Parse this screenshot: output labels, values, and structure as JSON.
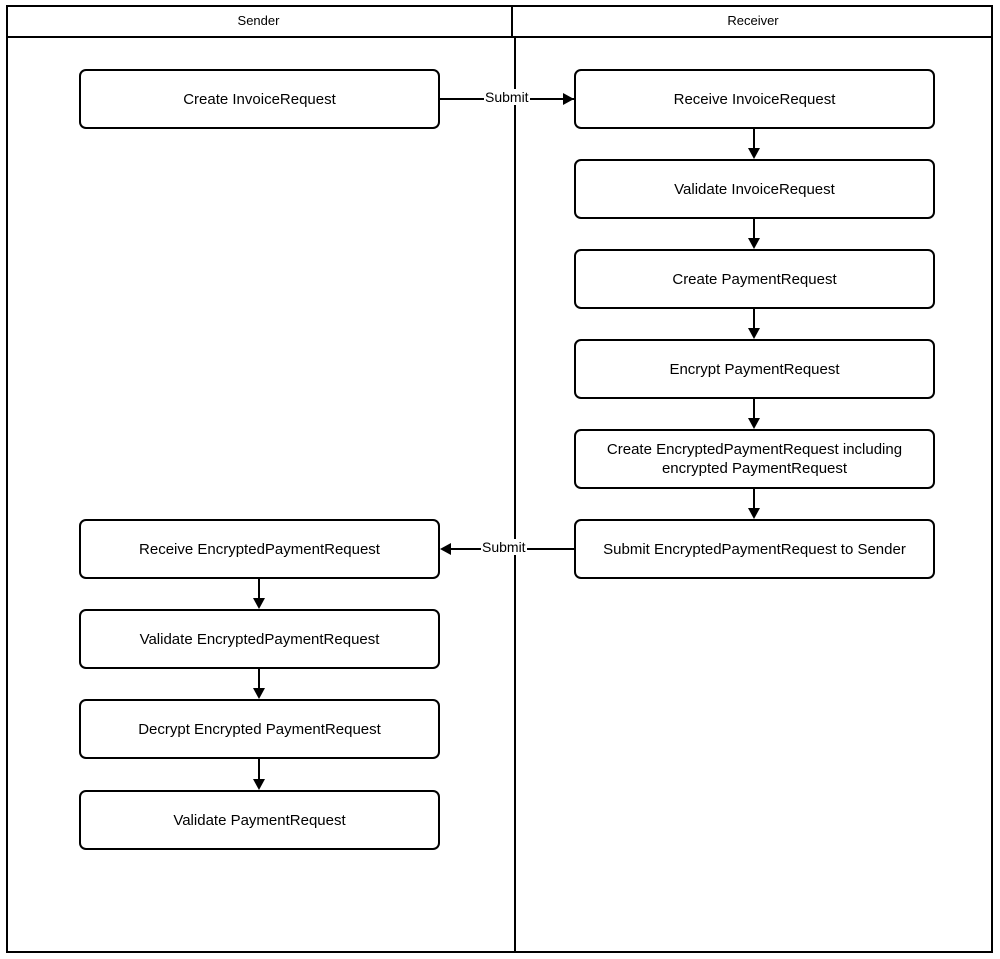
{
  "diagram": {
    "type": "swimlane-flowchart",
    "lanes": [
      {
        "id": "sender",
        "title": "Sender"
      },
      {
        "id": "receiver",
        "title": "Receiver"
      }
    ],
    "nodes": {
      "sender": [
        {
          "id": "s1",
          "label": "Create InvoiceRequest"
        },
        {
          "id": "s2",
          "label": "Receive EncryptedPaymentRequest"
        },
        {
          "id": "s3",
          "label": "Validate EncryptedPaymentRequest"
        },
        {
          "id": "s4",
          "label": "Decrypt Encrypted PaymentRequest"
        },
        {
          "id": "s5",
          "label": "Validate PaymentRequest"
        }
      ],
      "receiver": [
        {
          "id": "r1",
          "label": "Receive InvoiceRequest"
        },
        {
          "id": "r2",
          "label": "Validate InvoiceRequest"
        },
        {
          "id": "r3",
          "label": "Create PaymentRequest"
        },
        {
          "id": "r4",
          "label": "Encrypt PaymentRequest"
        },
        {
          "id": "r5",
          "label": "Create EncryptedPaymentRequest including encrypted PaymentRequest"
        },
        {
          "id": "r6",
          "label": "Submit EncryptedPaymentRequest to Sender"
        }
      ]
    },
    "edge_labels": {
      "submit_to_receiver": "Submit",
      "submit_to_sender": "Submit"
    },
    "colors": {
      "stroke": "#000000",
      "background": "#ffffff",
      "text": "#000000"
    }
  }
}
